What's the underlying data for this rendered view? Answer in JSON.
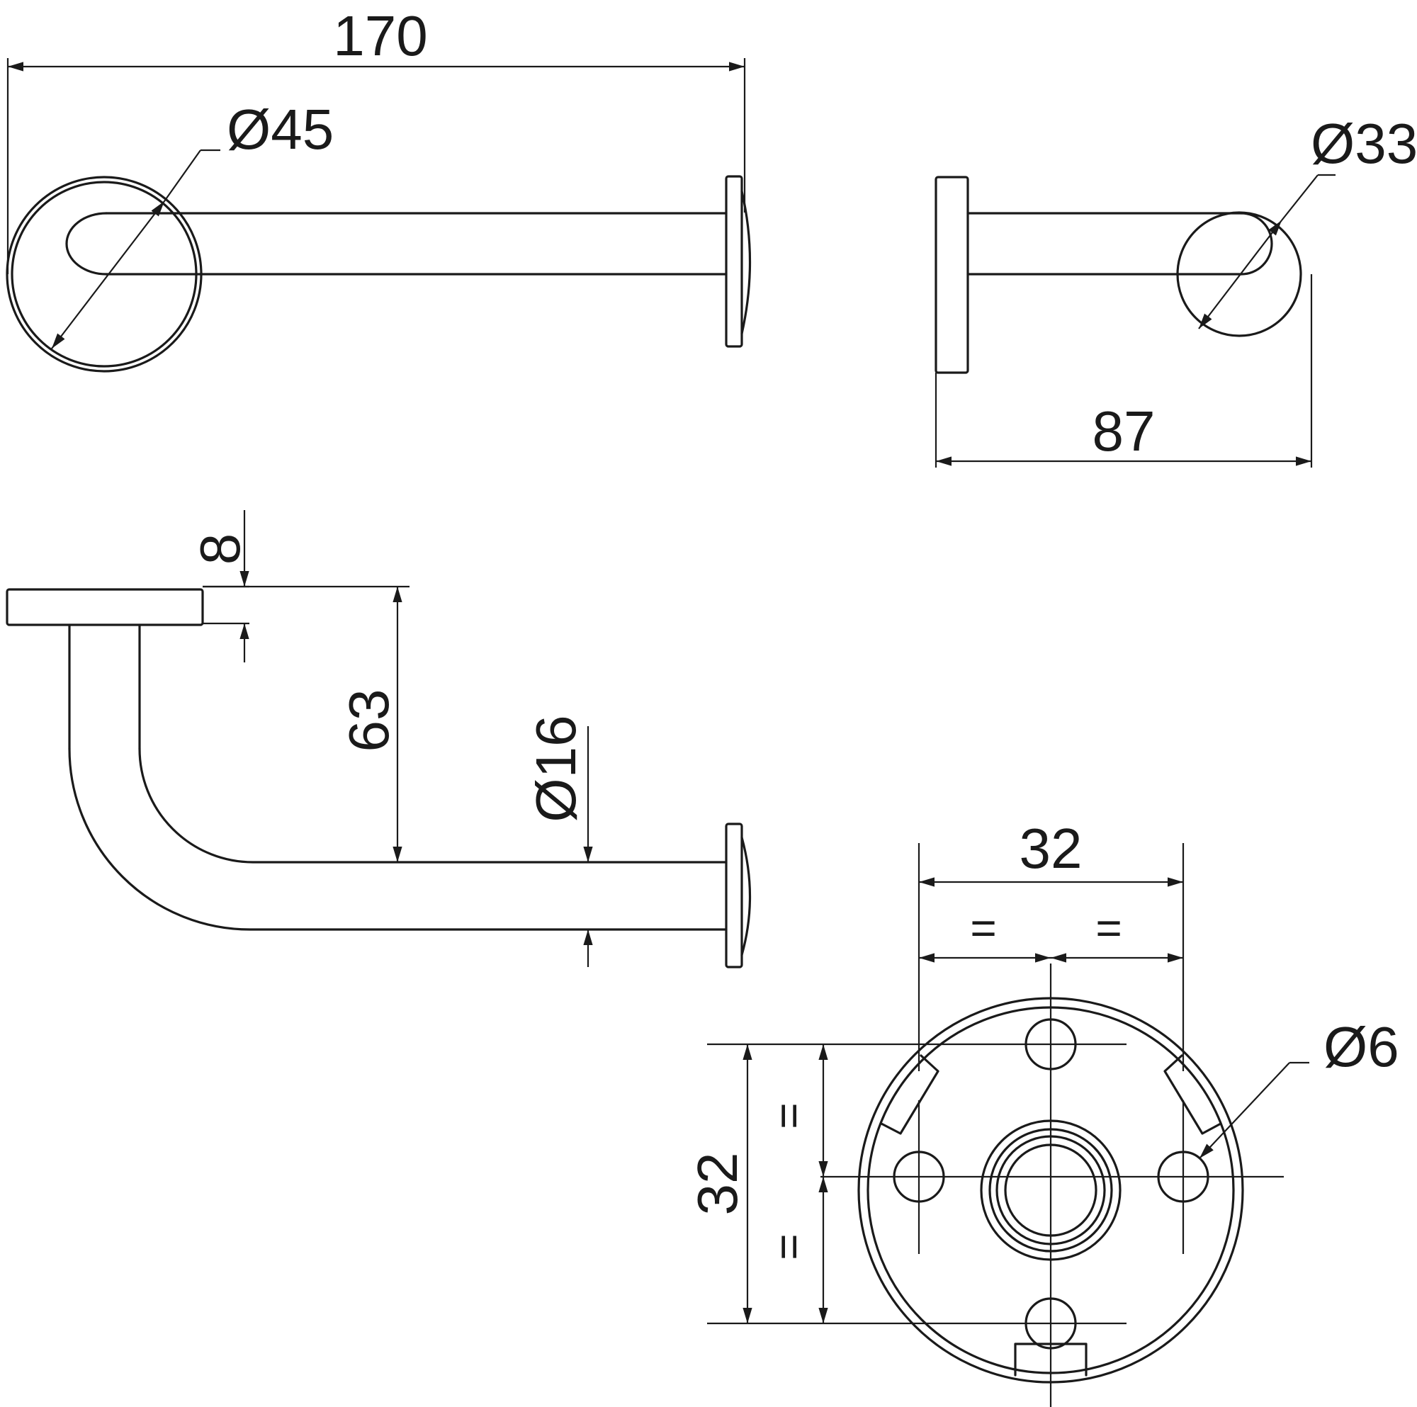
{
  "drawing": {
    "line_color": "#1a1a1a",
    "background": "#ffffff",
    "top_left_view": {
      "overall_length": "170",
      "rose_diameter": "Ø45"
    },
    "top_right_view": {
      "end_diameter": "Ø33",
      "projection": "87"
    },
    "side_view": {
      "flange_thickness": "8",
      "drop_height": "63",
      "tube_diameter": "Ø16"
    },
    "base_view": {
      "hole_spacing_horizontal": "32",
      "hole_spacing_vertical": "32",
      "equal_mark": "=",
      "hole_diameter": "Ø6"
    }
  }
}
